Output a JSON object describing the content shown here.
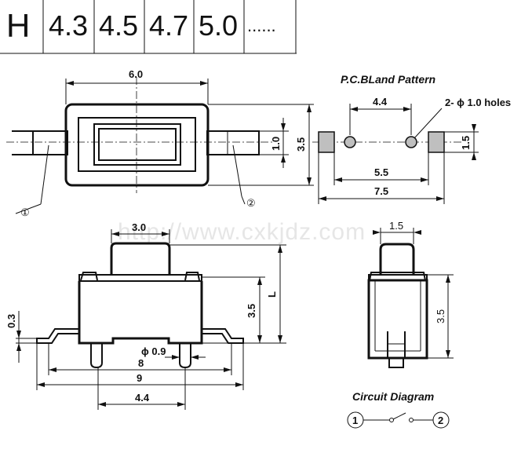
{
  "header": {
    "letter": "H",
    "heights": [
      "4.3",
      "4.5",
      "4.7",
      "5.0"
    ],
    "more": "......"
  },
  "watermark": "http://www.cxkjdz.com",
  "top_view": {
    "dim_length": "6.0",
    "dim_height": "3.5",
    "dim_terminal": "1.0",
    "marker_1": "①",
    "marker_2": "②"
  },
  "pcb": {
    "title": "P.C.BLand Pattern",
    "dim_holes_spacing": "4.4",
    "holes_label": "2- ϕ 1.0 holes",
    "dim_pad_height": "1.5",
    "dim_inner": "5.5",
    "dim_outer": "7.5"
  },
  "side_view": {
    "dim_actuator": "3.0",
    "dim_body_height": "3.5",
    "dim_total": "L",
    "dim_thickness": "0.3",
    "dim_pin_dia": "ϕ 0.9",
    "dim_pin_span": "8",
    "dim_overall": "9",
    "dim_pin_spacing": "4.4"
  },
  "end_view": {
    "dim_actuator": "1.5",
    "dim_body_height": "3.5"
  },
  "circuit": {
    "title": "Circuit Diagram",
    "node_1": "1",
    "node_2": "2"
  }
}
